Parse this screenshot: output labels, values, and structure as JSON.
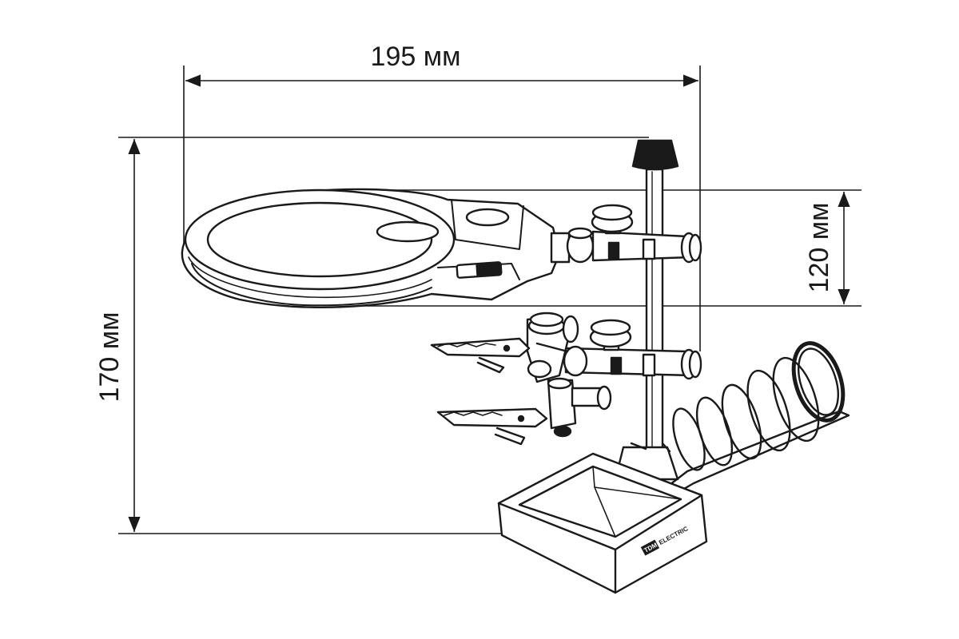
{
  "dimensions": {
    "width": "195 мм",
    "height": "170 мм",
    "lens_height": "120 мм"
  },
  "brand": {
    "box": "TDM",
    "name": "ELECTRIC"
  },
  "colors": {
    "line": "#1a1a1a",
    "fill": "#ffffff"
  }
}
